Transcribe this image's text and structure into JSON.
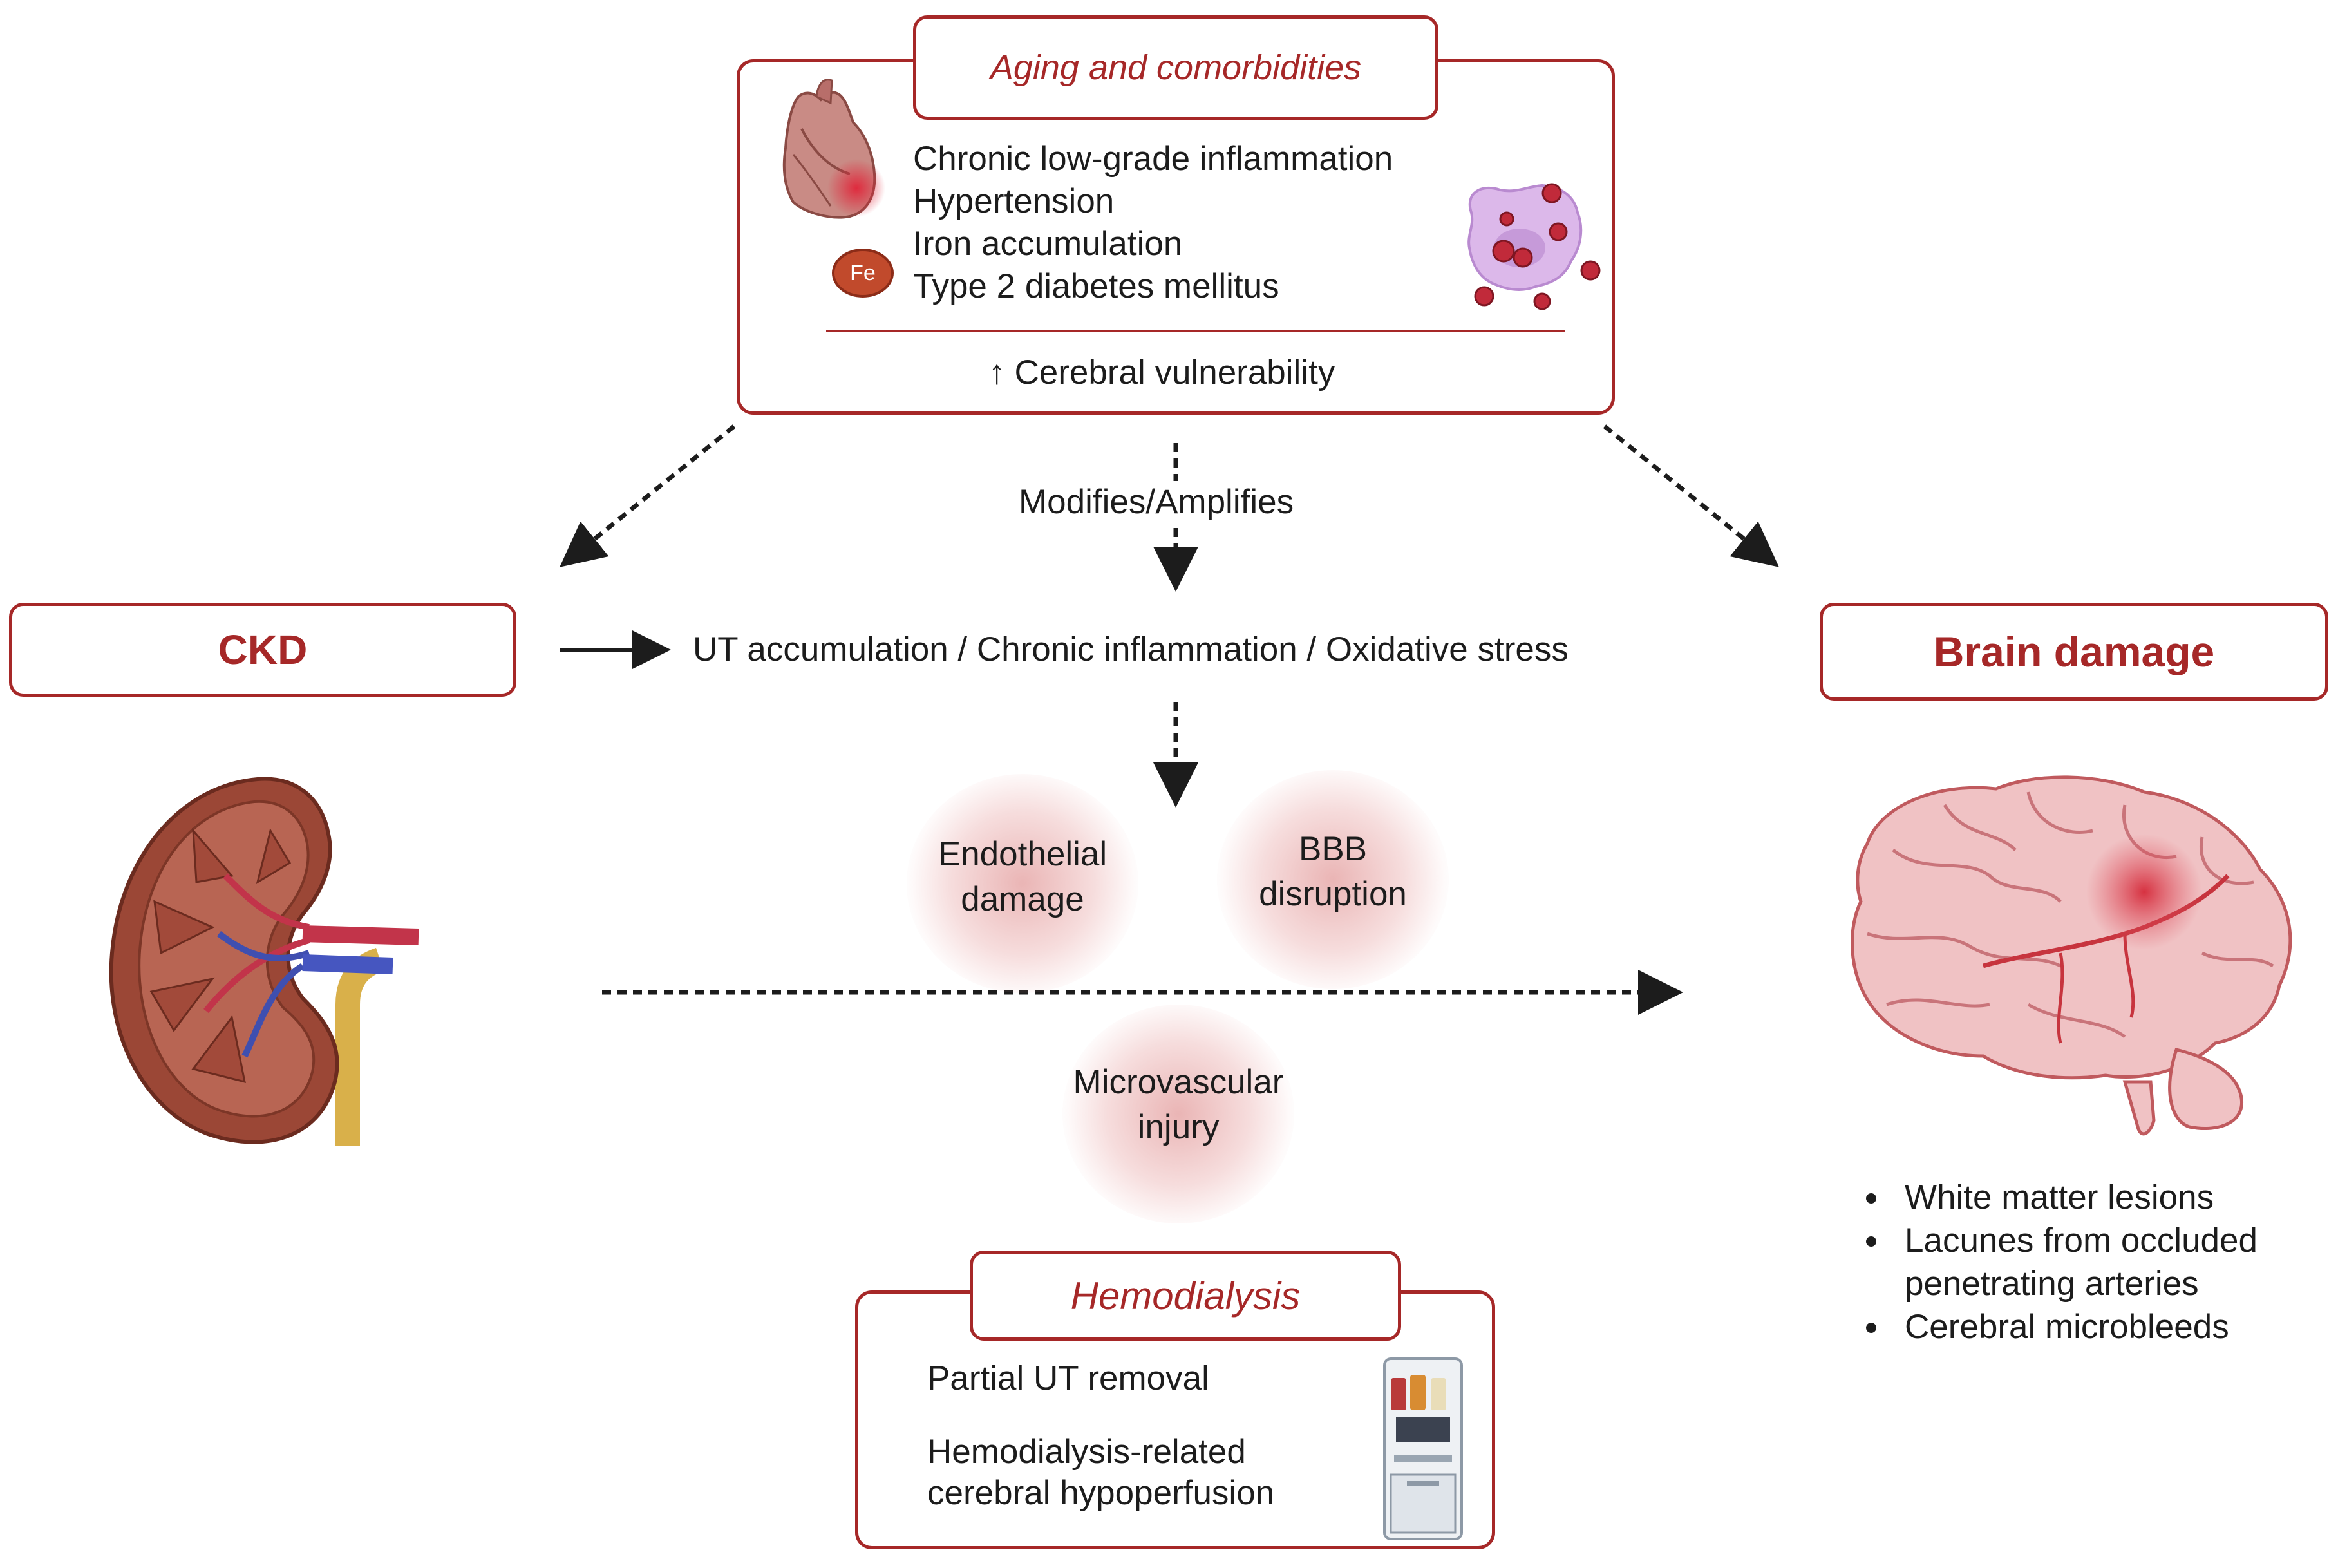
{
  "aging_box": {
    "title": "Aging and comorbidities",
    "items": [
      "Chronic low-grade inflammation",
      "Hypertension",
      "Iron accumulation",
      "Type 2 diabetes mellitus"
    ],
    "iron_symbol": "Fe",
    "vulnerability": "Cerebral vulnerability",
    "vulnerability_arrow": "↑"
  },
  "modifies_label": "Modifies/Amplifies",
  "ckd_label": "CKD",
  "brain_damage_label": "Brain damage",
  "pathway_text": "UT accumulation / Chronic inflammation / Oxidative stress",
  "mechanisms": {
    "endothelial": [
      "Endothelial",
      "damage"
    ],
    "bbb": [
      "BBB",
      "disruption"
    ],
    "microvascular": [
      "Microvascular",
      "injury"
    ]
  },
  "hemodialysis_box": {
    "title": "Hemodialysis",
    "item1": "Partial UT removal",
    "item2_line1": "Hemodialysis-related",
    "item2_line2": "cerebral hypoperfusion"
  },
  "brain_findings": [
    "White matter lesions",
    "Lacunes from occluded penetrating arteries",
    "Cerebral microbleeds"
  ],
  "colors": {
    "accent": "#a62828",
    "text": "#1c1c1c"
  },
  "icons": [
    "heart-icon",
    "iron-icon",
    "immune-cell-icon",
    "kidney-icon",
    "brain-icon",
    "dialysis-machine-icon"
  ]
}
